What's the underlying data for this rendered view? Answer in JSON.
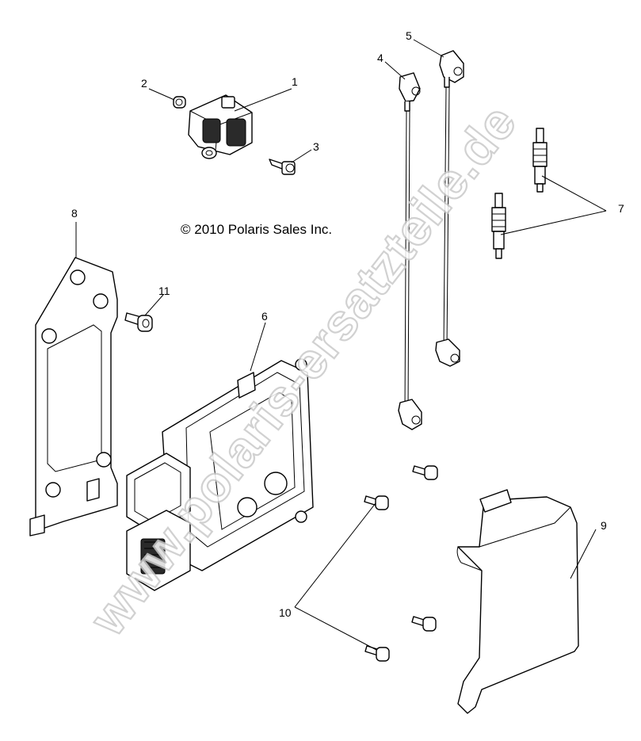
{
  "copyright": "© 2010 Polaris Sales Inc.",
  "watermark": "www.polaris-ersatzteile.de",
  "callouts": {
    "n1": "1",
    "n2": "2",
    "n3": "3",
    "n4": "4",
    "n5": "5",
    "n6": "6",
    "n7": "7",
    "n8": "8",
    "n9": "9",
    "n10": "10",
    "n11": "11"
  }
}
